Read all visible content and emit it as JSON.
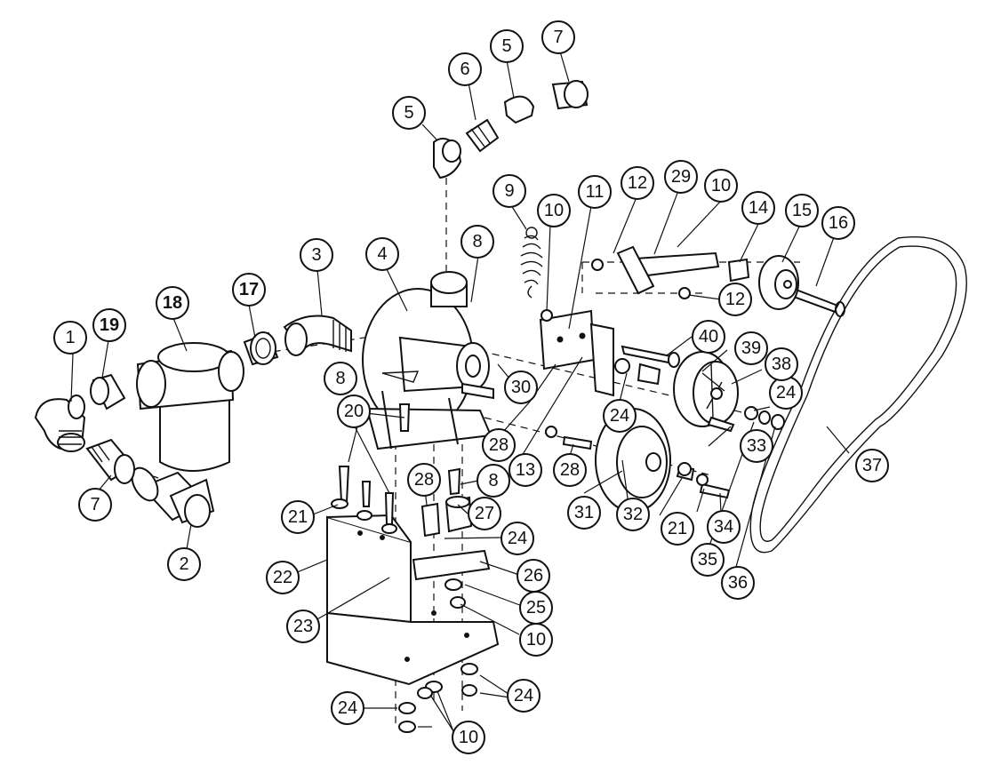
{
  "diagram": {
    "parts": [
      {
        "id": "1",
        "label": "1"
      },
      {
        "id": "2",
        "label": "2"
      },
      {
        "id": "3",
        "label": "3"
      },
      {
        "id": "4",
        "label": "4"
      },
      {
        "id": "5",
        "label": "5"
      },
      {
        "id": "6",
        "label": "6"
      },
      {
        "id": "7",
        "label": "7"
      },
      {
        "id": "8",
        "label": "8"
      },
      {
        "id": "9",
        "label": "9"
      },
      {
        "id": "10",
        "label": "10"
      },
      {
        "id": "11",
        "label": "11"
      },
      {
        "id": "12",
        "label": "12"
      },
      {
        "id": "13",
        "label": "13"
      },
      {
        "id": "14",
        "label": "14"
      },
      {
        "id": "15",
        "label": "15"
      },
      {
        "id": "16",
        "label": "16"
      },
      {
        "id": "17",
        "label": "17"
      },
      {
        "id": "18",
        "label": "18"
      },
      {
        "id": "19",
        "label": "19"
      },
      {
        "id": "20",
        "label": "20"
      },
      {
        "id": "21",
        "label": "21"
      },
      {
        "id": "22",
        "label": "22"
      },
      {
        "id": "23",
        "label": "23"
      },
      {
        "id": "24",
        "label": "24"
      },
      {
        "id": "25",
        "label": "25"
      },
      {
        "id": "26",
        "label": "26"
      },
      {
        "id": "27",
        "label": "27"
      },
      {
        "id": "28",
        "label": "28"
      },
      {
        "id": "29",
        "label": "29"
      },
      {
        "id": "30",
        "label": "30"
      },
      {
        "id": "31",
        "label": "31"
      },
      {
        "id": "32",
        "label": "32"
      },
      {
        "id": "33",
        "label": "33"
      },
      {
        "id": "34",
        "label": "34"
      },
      {
        "id": "35",
        "label": "35"
      },
      {
        "id": "36",
        "label": "36"
      },
      {
        "id": "37",
        "label": "37"
      },
      {
        "id": "38",
        "label": "38"
      },
      {
        "id": "39",
        "label": "39"
      },
      {
        "id": "40",
        "label": "40"
      }
    ]
  }
}
